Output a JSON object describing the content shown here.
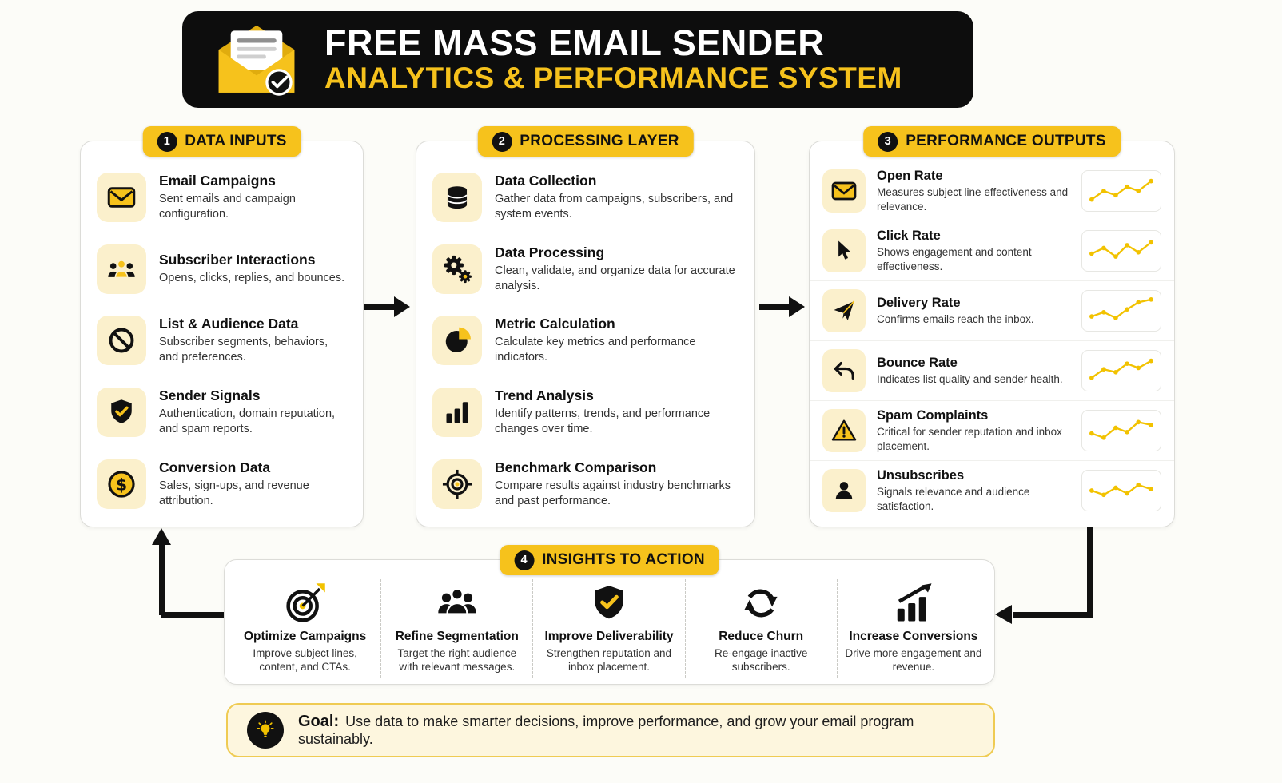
{
  "header": {
    "title": "FREE MASS EMAIL SENDER",
    "subtitle": "ANALYTICS & PERFORMANCE SYSTEM"
  },
  "colors": {
    "accent_yellow": "#F6C21C",
    "black": "#0D0D0D",
    "icon_tile_bg": "#FBF0CC",
    "goal_banner_bg": "#FDF6DE",
    "sparkline": "#F2C200"
  },
  "sections": {
    "inputs": {
      "number": "1",
      "title": "DATA INPUTS",
      "items": [
        {
          "icon": "envelope-icon",
          "title": "Email Campaigns",
          "desc": "Sent emails and campaign configuration."
        },
        {
          "icon": "people-icon",
          "title": "Subscriber Interactions",
          "desc": "Opens, clicks, replies, and bounces."
        },
        {
          "icon": "block-icon",
          "title": "List & Audience Data",
          "desc": "Subscriber segments, behaviors, and preferences."
        },
        {
          "icon": "shield-check-icon",
          "title": "Sender Signals",
          "desc": "Authentication, domain reputation, and spam reports."
        },
        {
          "icon": "dollar-icon",
          "title": "Conversion Data",
          "desc": "Sales, sign-ups, and revenue attribution."
        }
      ]
    },
    "processing": {
      "number": "2",
      "title": "PROCESSING LAYER",
      "items": [
        {
          "icon": "database-icon",
          "title": "Data Collection",
          "desc": "Gather data from campaigns, subscribers, and system events."
        },
        {
          "icon": "gears-icon",
          "title": "Data Processing",
          "desc": "Clean, validate, and organize data for accurate analysis."
        },
        {
          "icon": "pie-chart-icon",
          "title": "Metric Calculation",
          "desc": "Calculate key metrics and performance indicators."
        },
        {
          "icon": "bar-chart-icon",
          "title": "Trend Analysis",
          "desc": "Identify patterns, trends, and performance changes over time."
        },
        {
          "icon": "target-icon",
          "title": "Benchmark Comparison",
          "desc": "Compare results against industry benchmarks and past performance."
        }
      ]
    },
    "outputs": {
      "number": "3",
      "title": "PERFORMANCE OUTPUTS",
      "items": [
        {
          "icon": "envelope-icon",
          "title": "Open Rate",
          "desc": "Measures subject line effectiveness and relevance."
        },
        {
          "icon": "cursor-icon",
          "title": "Click Rate",
          "desc": "Shows engagement and content effectiveness."
        },
        {
          "icon": "paper-plane-icon",
          "title": "Delivery Rate",
          "desc": "Confirms emails reach the inbox."
        },
        {
          "icon": "return-arrow-icon",
          "title": "Bounce Rate",
          "desc": "Indicates list quality and sender health."
        },
        {
          "icon": "warning-icon",
          "title": "Spam Complaints",
          "desc": "Critical for sender reputation and inbox placement."
        },
        {
          "icon": "person-icon",
          "title": "Unsubscribes",
          "desc": "Signals relevance and audience satisfaction."
        }
      ]
    },
    "actions": {
      "number": "4",
      "title": "INSIGHTS TO ACTION",
      "items": [
        {
          "icon": "dart-target-icon",
          "title": "Optimize Campaigns",
          "desc": "Improve subject lines, content, and CTAs."
        },
        {
          "icon": "people-icon",
          "title": "Refine Segmentation",
          "desc": "Target the right audience with relevant messages."
        },
        {
          "icon": "shield-check-icon",
          "title": "Improve Deliverability",
          "desc": "Strengthen reputation and inbox placement."
        },
        {
          "icon": "refresh-icon",
          "title": "Reduce Churn",
          "desc": "Re-engage inactive subscribers."
        },
        {
          "icon": "growth-chart-icon",
          "title": "Increase Conversions",
          "desc": "Drive more engagement and revenue."
        }
      ]
    }
  },
  "goal": {
    "label": "Goal:",
    "text": "Use data to make smarter decisions, improve performance, and grow your email program sustainably."
  }
}
